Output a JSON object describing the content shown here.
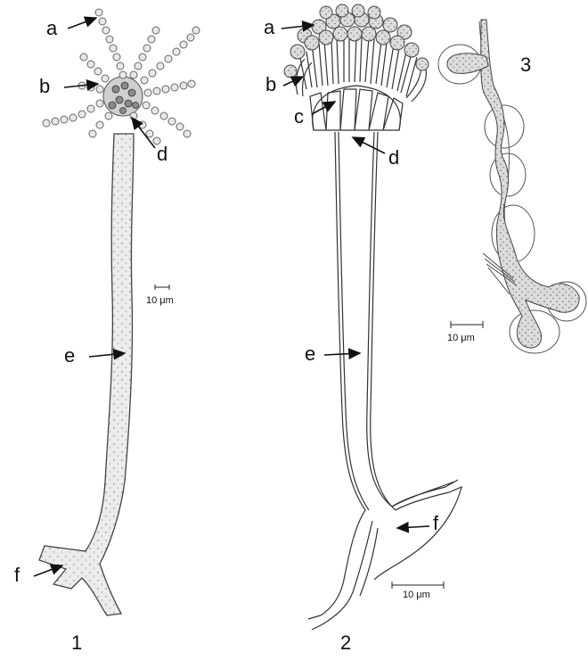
{
  "figure1": {
    "labels": {
      "a": "a",
      "b": "b",
      "d": "d",
      "e": "e",
      "f": "f"
    },
    "scale": "10 μm",
    "number": "1"
  },
  "figure2": {
    "labels": {
      "a": "a",
      "b": "b",
      "c": "c",
      "d": "d",
      "e": "e",
      "f": "f"
    },
    "scale": "10 μm",
    "number": "2"
  },
  "figure3": {
    "scale": "10 μm",
    "number": "3"
  }
}
